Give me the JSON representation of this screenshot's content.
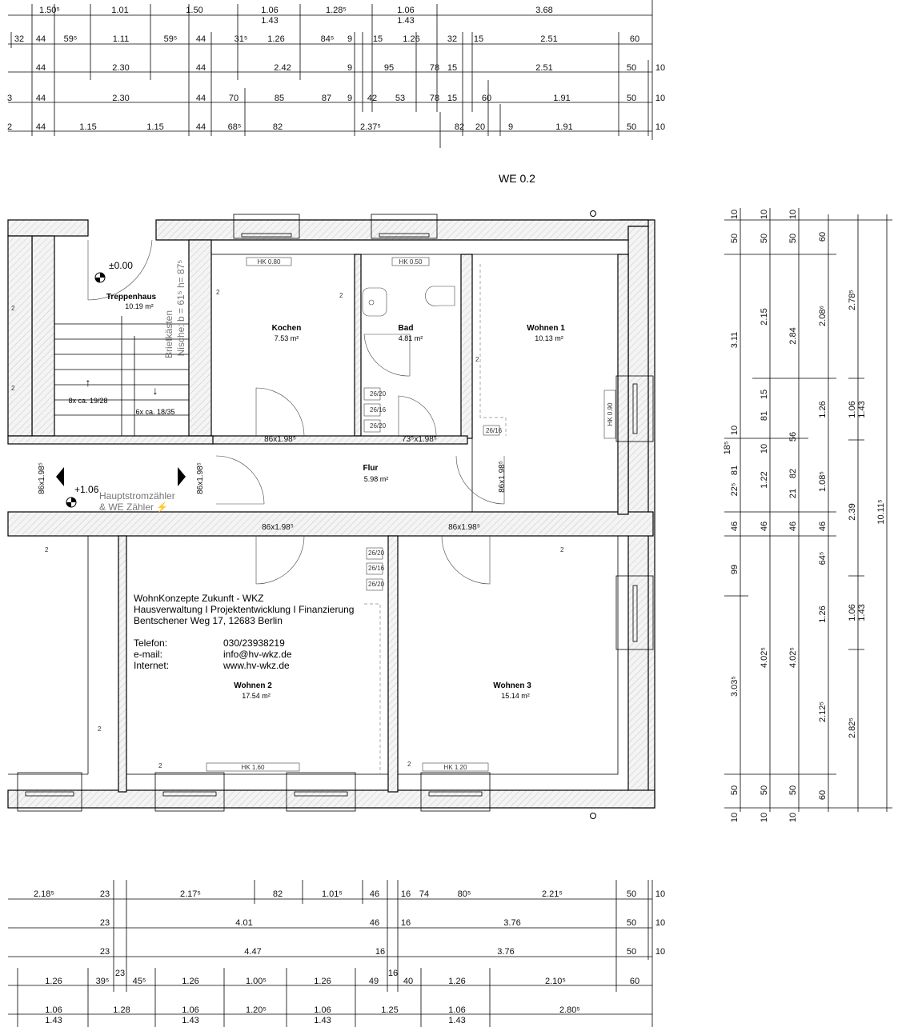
{
  "drawing_title": "WE 0.2",
  "dims_top": {
    "row1": [
      "1.50⁵",
      "1.01",
      "1.50",
      "1.06",
      "1.43",
      "1.28⁵",
      "1.06",
      "1.43",
      "3.68"
    ],
    "row2": [
      "32",
      "44",
      "59⁵",
      "1.11",
      "59⁵",
      "44",
      "31⁵",
      "1.26",
      "84⁵",
      "9",
      "15",
      "1.26",
      "32",
      "15",
      "2.51",
      "60"
    ],
    "row3": [
      "44",
      "2.30",
      "44",
      "2.42",
      "9",
      "95",
      "78",
      "15",
      "2.51",
      "50",
      "10"
    ],
    "row4": [
      "3",
      "44",
      "2.30",
      "44",
      "70",
      "85",
      "87",
      "9",
      "42",
      "53",
      "78",
      "15",
      "60",
      "1.91",
      "50",
      "10"
    ],
    "row5": [
      "2",
      "44",
      "1.15",
      "1.15",
      "44",
      "68⁵",
      "82",
      "2.37⁵",
      "82",
      "20",
      "9",
      "1.91",
      "50",
      "10"
    ]
  },
  "dims_bottom": {
    "row1": [
      "2.18⁵",
      "23",
      "2.17⁵",
      "82",
      "1.01⁵",
      "46",
      "16",
      "74",
      "80⁵",
      "2.21⁵",
      "50",
      "10"
    ],
    "row2": [
      "23",
      "4.01",
      "46",
      "16",
      "3.76",
      "50",
      "10"
    ],
    "row3": [
      "23",
      "4.47",
      "16",
      "3.76",
      "50",
      "10"
    ],
    "row4": [
      "1.26",
      "39⁵",
      "23",
      "45⁵",
      "1.26",
      "1.00⁵",
      "1.26",
      "49",
      "16",
      "40",
      "1.26",
      "2.10⁵",
      "60"
    ],
    "row5": [
      "1.06",
      "1.43",
      "1.28",
      "1.06",
      "1.43",
      "1.20⁵",
      "1.06",
      "1.43",
      "1.25",
      "1.06",
      "1.43",
      "2.80⁵"
    ]
  },
  "dims_right": {
    "col1": [
      "10",
      "50",
      "3.11",
      "10",
      "18⁵",
      "81",
      "22⁵",
      "46",
      "99",
      "3.03⁵",
      "50",
      "10"
    ],
    "col2": [
      "10",
      "50",
      "2.15",
      "15",
      "81",
      "10",
      "1.22",
      "46",
      "4.02⁵",
      "50",
      "10"
    ],
    "col3": [
      "10",
      "50",
      "2.84",
      "56",
      "82",
      "21",
      "46",
      "4.02⁵",
      "50",
      "10"
    ],
    "col4": [
      "60",
      "2.08⁶",
      "1.26",
      "1.08⁵",
      "46",
      "64⁵",
      "1.26",
      "2.12⁵",
      "60"
    ],
    "col5": [
      "2.78⁵",
      "1.06",
      "1.43",
      "2.39",
      "1.06",
      "1.43",
      "2.82⁵"
    ],
    "col6": [
      "10.11⁵"
    ]
  },
  "rooms": {
    "treppenhaus": {
      "name": "Treppenhaus",
      "area": "10.19 m²"
    },
    "kochen": {
      "name": "Kochen",
      "area": "7.53 m²"
    },
    "bad": {
      "name": "Bad",
      "area": "4.81 m²"
    },
    "wohnen1": {
      "name": "Wohnen 1",
      "area": "10.13 m²"
    },
    "flur": {
      "name": "Flur",
      "area": "5.98 m²"
    },
    "wohnen2": {
      "name": "Wohnen 2",
      "area": "17.54 m²"
    },
    "wohnen3": {
      "name": "Wohnen 3",
      "area": "15.14 m²"
    }
  },
  "levels": {
    "main": "±0.00",
    "lower": "+1.06"
  },
  "stairs": {
    "up": "8x ca. 19/28",
    "down": "6x ca. 18/35",
    "up_arrow": "↑",
    "down_arrow": "↓"
  },
  "doors": {
    "kochen": "86x1.98⁵",
    "bad": "73⁵x1.98⁵",
    "treppe_left": "86x1.98⁵",
    "treppe_right": "86x1.98⁵",
    "wohnen1": "86x1.98⁵",
    "wohnen2": "86x1.98⁵",
    "wohnen3": "86x1.98⁵"
  },
  "radiators": {
    "kochen": "HK 0.80",
    "bad": "HK 0.50",
    "wohnen1": "HK 0.90",
    "wohnen2": "HK 1.60",
    "wohnen3": "HK 1.20"
  },
  "shafts": [
    "26/20",
    "26/16",
    "26/20",
    "26/16",
    "26/20",
    "26/16",
    "26/20"
  ],
  "annotations": {
    "briefkasten": "Briefkästen",
    "nische": "Nische: b = 61⁵ h= 87⁵",
    "zaehler1": "Hauptstromzähler",
    "zaehler2": "& WE Zähler ⚡",
    "outlet": "2"
  },
  "company": {
    "name": "WohnKonzepte Zukunft - WKZ",
    "services": "Hausverwaltung I Projektentwicklung I Finanzierung",
    "address": "Bentschener Weg 17, 12683 Berlin",
    "phone_label": "Telefon:",
    "phone": "030/23938219",
    "email_label": "e-mail:",
    "email": "info@hv-wkz.de",
    "web_label": "Internet:",
    "web": "www.hv-wkz.de"
  }
}
